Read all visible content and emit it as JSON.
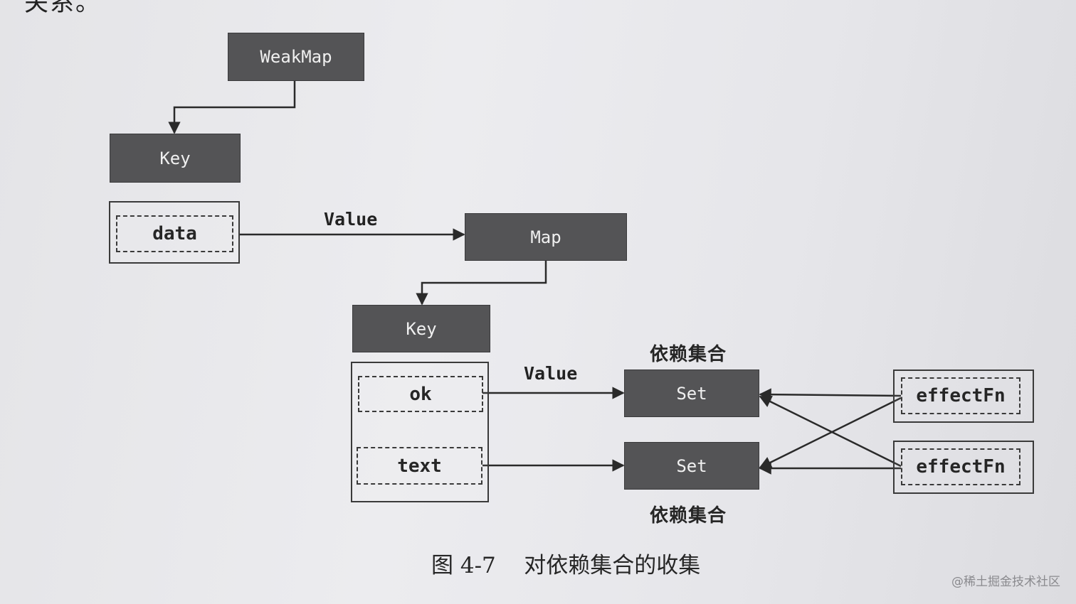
{
  "page_edge_text": "关系。",
  "nodes": {
    "weakmap": "WeakMap",
    "key_outer": "Key",
    "data_key": "data",
    "map": "Map",
    "key_inner": "Key",
    "ok_key": "ok",
    "text_key": "text",
    "set_top": "Set",
    "set_bottom": "Set",
    "effect_top": "effectFn",
    "effect_bottom": "effectFn"
  },
  "labels": {
    "value_outer": "Value",
    "value_inner": "Value",
    "dep_set_top": "依赖集合",
    "dep_set_bottom": "依赖集合"
  },
  "caption": "图 4-7    对依赖集合的收集",
  "watermark": "@稀土掘金技术社区",
  "colors": {
    "dark_box": "#545456",
    "line": "#2a2a2a",
    "background": "#e8e8eb"
  }
}
